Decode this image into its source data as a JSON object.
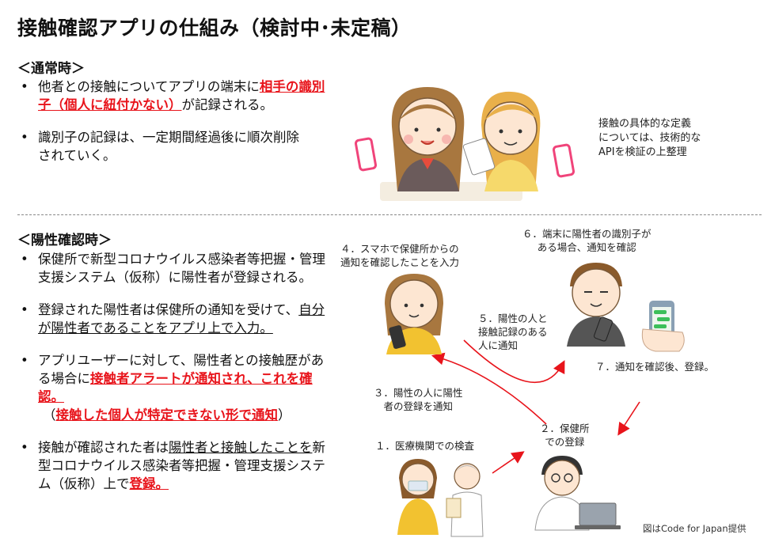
{
  "title": "接触確認アプリの仕組み（検討中･未定稿）",
  "normal": {
    "heading": "＜通常時＞",
    "b1_pre": "他者との接触についてアプリの端末に",
    "b1_red": "相手の識別子（個人に紐付かない）",
    "b1_post": "が記録される。",
    "b2": "識別子の記録は、一定期間経過後に順次削除されていく。"
  },
  "note": {
    "line1": "接触の具体的な定義",
    "line2": "については、技術的な",
    "line3": "APIを検証の上整理"
  },
  "positive": {
    "heading": "＜陽性確認時＞",
    "b1": "保健所で新型コロナウイルス感染者等把握・管理支援システム（仮称）に陽性者が登録される。",
    "b2_pre": "登録された陽性者は保健所の通知を受けて、",
    "b2_ul": "自分が陽性者であることをアプリ上で入力。",
    "b3_pre": "アプリユーザーに対して、陽性者との接触歴がある場合に",
    "b3_red": "接触者アラートが通知され、これを確認。",
    "b3_paren_open": "（",
    "b3_red2": "接触した個人が特定できない形で通知",
    "b3_paren_close": "）",
    "b4_pre": "接触が確認された者は",
    "b4_ul": "陽性者と接触したことを",
    "b4_mid": "新型コロナウイルス感染者等把握・管理支援システム（仮称）上で",
    "b4_red": "登録。"
  },
  "steps": {
    "s1": "１．医療機関での検査",
    "s2_l1": "２．保健所",
    "s2_l2": "での登録",
    "s3_l1": "３．陽性の人に陽性",
    "s3_l2": "者の登録を通知",
    "s4_l1": "４．スマホで保健所からの",
    "s4_l2": "通知を確認したことを入力",
    "s5_l1": "５．陽性の人と",
    "s5_l2": "接触記録のある",
    "s5_l3": "人に通知",
    "s6_l1": "６．端末に陽性者の識別子が",
    "s6_l2": "ある場合、通知を確認",
    "s7": "７．通知を確認後、登録。"
  },
  "credit": "図はCode for Japan提供",
  "colors": {
    "accent_red": "#e8141b",
    "phone_pink": "#f0447a",
    "phone_green": "#3cbf5a"
  },
  "icons": [
    "person-icon",
    "phone-icon",
    "arrow-icon"
  ]
}
